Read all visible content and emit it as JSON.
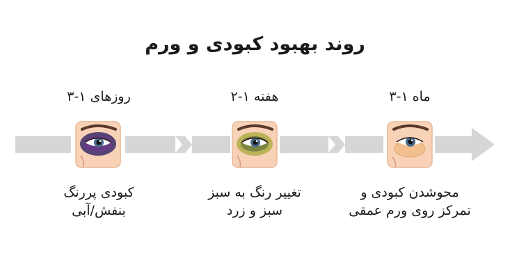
{
  "title": "روند بهبود کبودی و ورم",
  "stages": [
    {
      "label": "روزهای ۱-۳",
      "desc_line1": "کبودی پررنگ",
      "desc_line2": "بنفش/آبی",
      "icon": "bruised-eye-purple-icon",
      "bruise_color": "#3a2a6a"
    },
    {
      "label": "هفته ۱-۲",
      "desc_line1": "تغییر رنگ به سبز",
      "desc_line2": "سبز و زرد",
      "icon": "bruised-eye-green-yellow-icon",
      "bruise_color": "#7a8a3a"
    },
    {
      "label": "ماه ۱-۳",
      "desc_line1": "محوشدن کبودی و",
      "desc_line2": "تمرکز روی ورم عمقی",
      "icon": "swollen-eye-icon",
      "bruise_color": "#e8c9a0"
    }
  ],
  "colors": {
    "arrow": "#d6d6d6",
    "skin": "#f7d2b6",
    "skin_border": "#e8b896"
  }
}
